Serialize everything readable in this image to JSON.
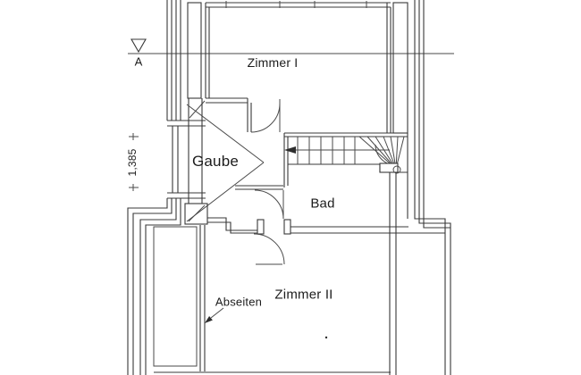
{
  "plan": {
    "background": "#ffffff",
    "line_color": "#383838",
    "text_color": "#1c1c1c",
    "section_marker": {
      "label": "A"
    },
    "dimension": {
      "value": "1,385"
    },
    "rooms": [
      {
        "id": "zimmer-1",
        "label": "Zimmer I"
      },
      {
        "id": "gaube",
        "label": "Gaube"
      },
      {
        "id": "bad",
        "label": "Bad"
      },
      {
        "id": "zimmer-2",
        "label": "Zimmer II"
      },
      {
        "id": "abseiten",
        "label": "Abseiten"
      }
    ]
  }
}
